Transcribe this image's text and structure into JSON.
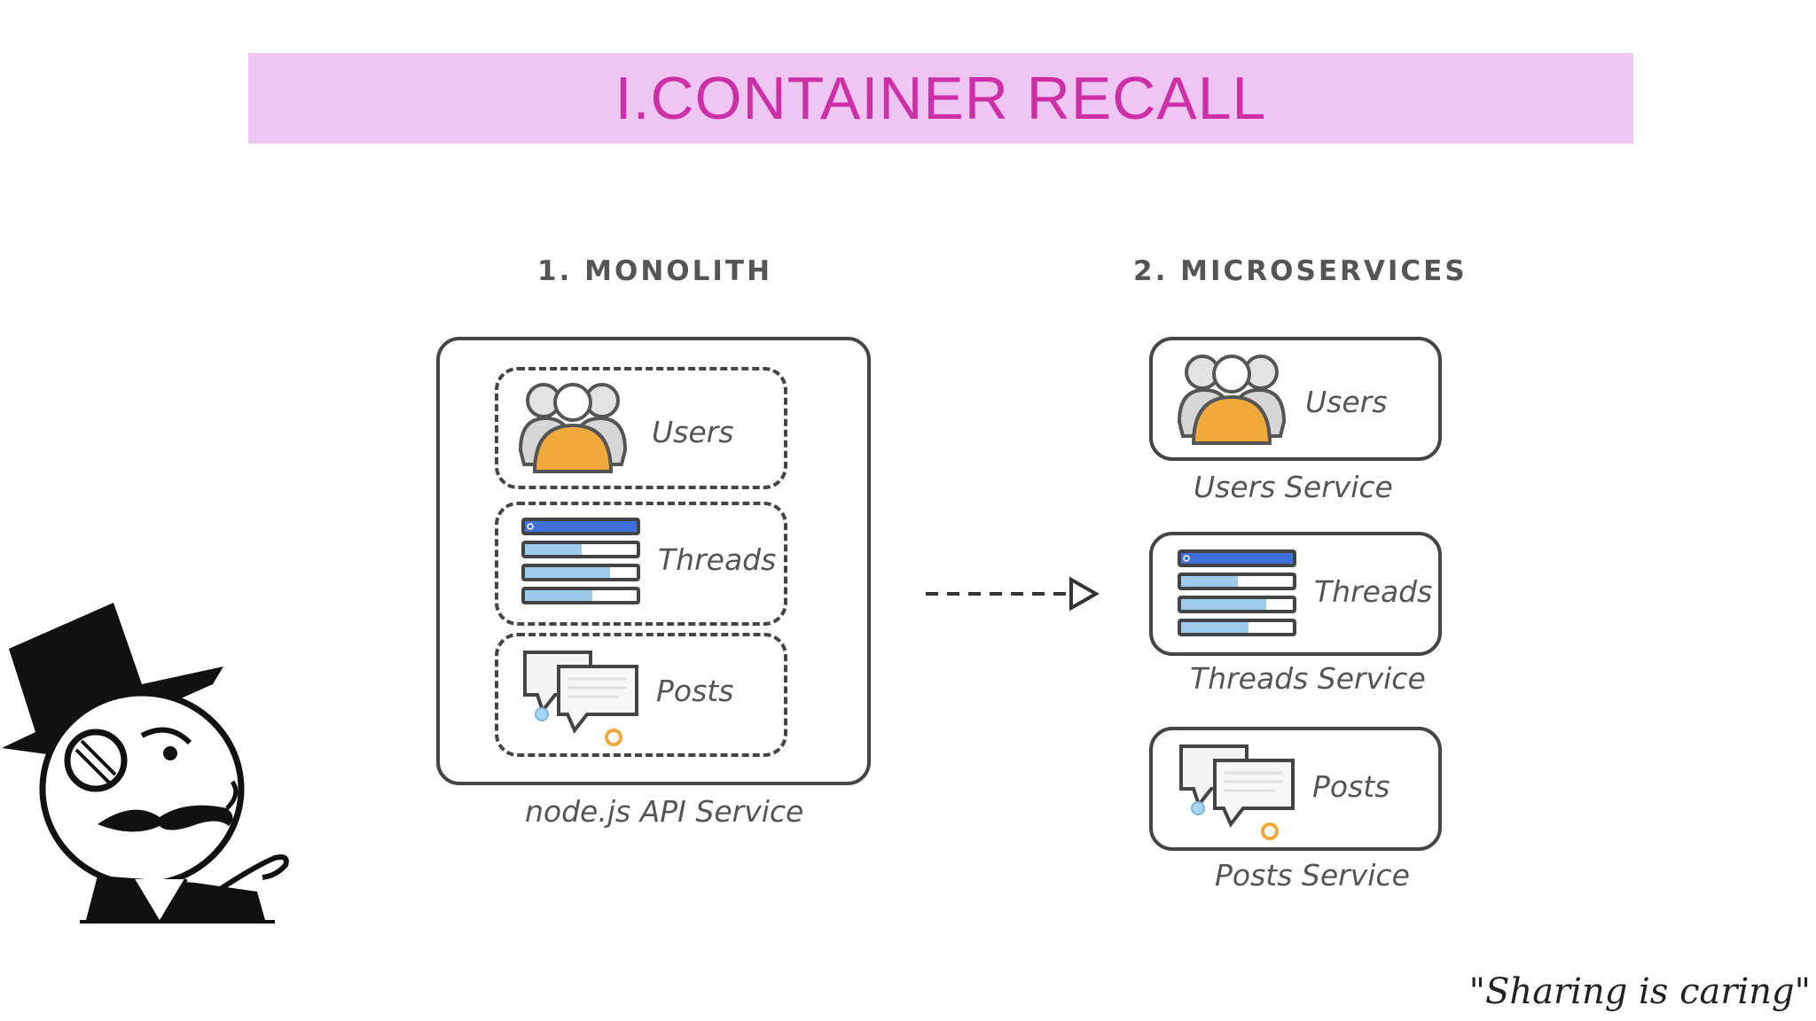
{
  "slide": {
    "title": "I.CONTAINER RECALL",
    "quote": "\"Sharing is caring\""
  },
  "monolith": {
    "heading": "1. MONOLITH",
    "modules": [
      "Users",
      "Threads",
      "Posts"
    ],
    "caption": "node.js API Service"
  },
  "microservices": {
    "heading": "2. MICROSERVICES",
    "services": [
      {
        "label": "Users",
        "caption": "Users Service"
      },
      {
        "label": "Threads",
        "caption": "Threads Service"
      },
      {
        "label": "Posts",
        "caption": "Posts Service"
      }
    ]
  },
  "colors": {
    "title_bar": "#efc6f3",
    "title_text": "#cc2fa6",
    "user_orange": "#f2a93b",
    "thread_blue": "#3f6fdc",
    "thread_lightblue": "#9fcbea"
  },
  "icons": [
    "users-group-icon",
    "threads-list-icon",
    "posts-chat-icon",
    "dashed-arrow-icon",
    "gentleman-meme-icon"
  ]
}
